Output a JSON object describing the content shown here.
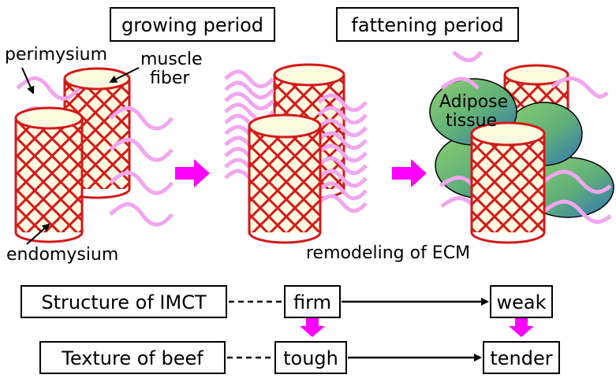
{
  "periods": {
    "growing": "growing period",
    "fattening": "fattening period"
  },
  "labels": {
    "perimysium": "perimysium",
    "muscle_fiber_line1": "muscle",
    "muscle_fiber_line2": "fiber",
    "endomysium": "endomysium",
    "adipose_line1": "Adipose",
    "adipose_line2": "tissue",
    "remodeling": "remodeling of ECM"
  },
  "rows": [
    {
      "name": "Structure of IMCT",
      "start": "firm",
      "end": "weak"
    },
    {
      "name": "Texture of beef",
      "start": "tough",
      "end": "tender"
    }
  ],
  "colors": {
    "muscle_stroke": "#d21a1a",
    "muscle_fill": "#fffbe0",
    "perimysium": "#f2a6ef",
    "arrow": "#ff00ff",
    "adipose_green": "#7ec46d",
    "adipose_blue": "#3d87b8"
  }
}
